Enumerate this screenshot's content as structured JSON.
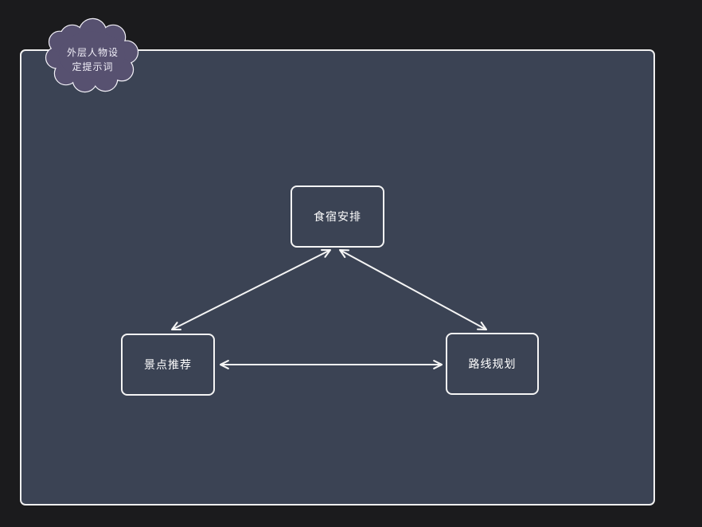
{
  "diagram": {
    "cloud": {
      "label": "外层人物设定提示词",
      "label_line1": "外层人物设",
      "label_line2": "定提示词",
      "fill_color": "#575170",
      "stroke_color": "#f3f1f8"
    },
    "nodes": [
      {
        "id": "accommodation",
        "label": "食宿安排"
      },
      {
        "id": "attractions",
        "label": "景点推荐"
      },
      {
        "id": "route",
        "label": "路线规划"
      }
    ],
    "edges": [
      {
        "from": "食宿安排",
        "to": "景点推荐",
        "bidirectional": true
      },
      {
        "from": "食宿安排",
        "to": "路线规划",
        "bidirectional": true
      },
      {
        "from": "景点推荐",
        "to": "路线规划",
        "bidirectional": true
      }
    ],
    "colors": {
      "outer_background": "#1b1b1d",
      "canvas_fill": "#3b4354",
      "canvas_border": "#f0f0f0",
      "node_border": "#f5f5f5",
      "node_text": "#ffffff",
      "arrow": "#f5f5f5"
    }
  }
}
